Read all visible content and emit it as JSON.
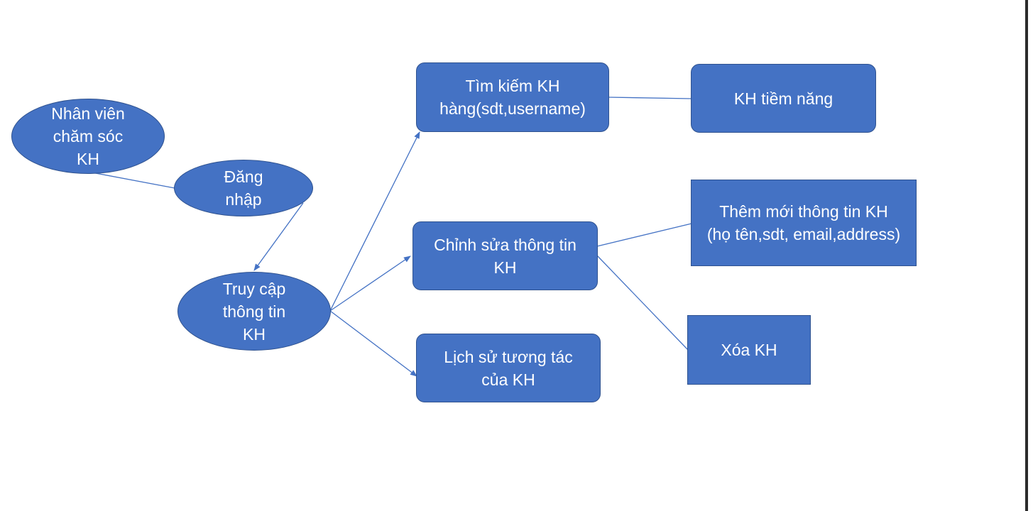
{
  "diagram": {
    "nodes": {
      "staff": "Nhân viên\nchăm sóc\nKH",
      "login": "Đăng\nnhập",
      "access": "Truy cập\nthông tin\nKH",
      "search": "Tìm kiếm KH\nhàng(sdt,username)",
      "edit": "Chỉnh sửa thông tin\nKH",
      "history": "Lịch sử tương tác\ncủa KH",
      "potential": "KH tiềm năng",
      "add": "Thêm mới thông tin KH\n(họ tên,sdt, email,address)",
      "delete": "Xóa KH"
    },
    "colors": {
      "node_fill": "#4472c4",
      "node_border": "#2f528f",
      "edge": "#4472c4",
      "text": "#ffffff"
    }
  }
}
